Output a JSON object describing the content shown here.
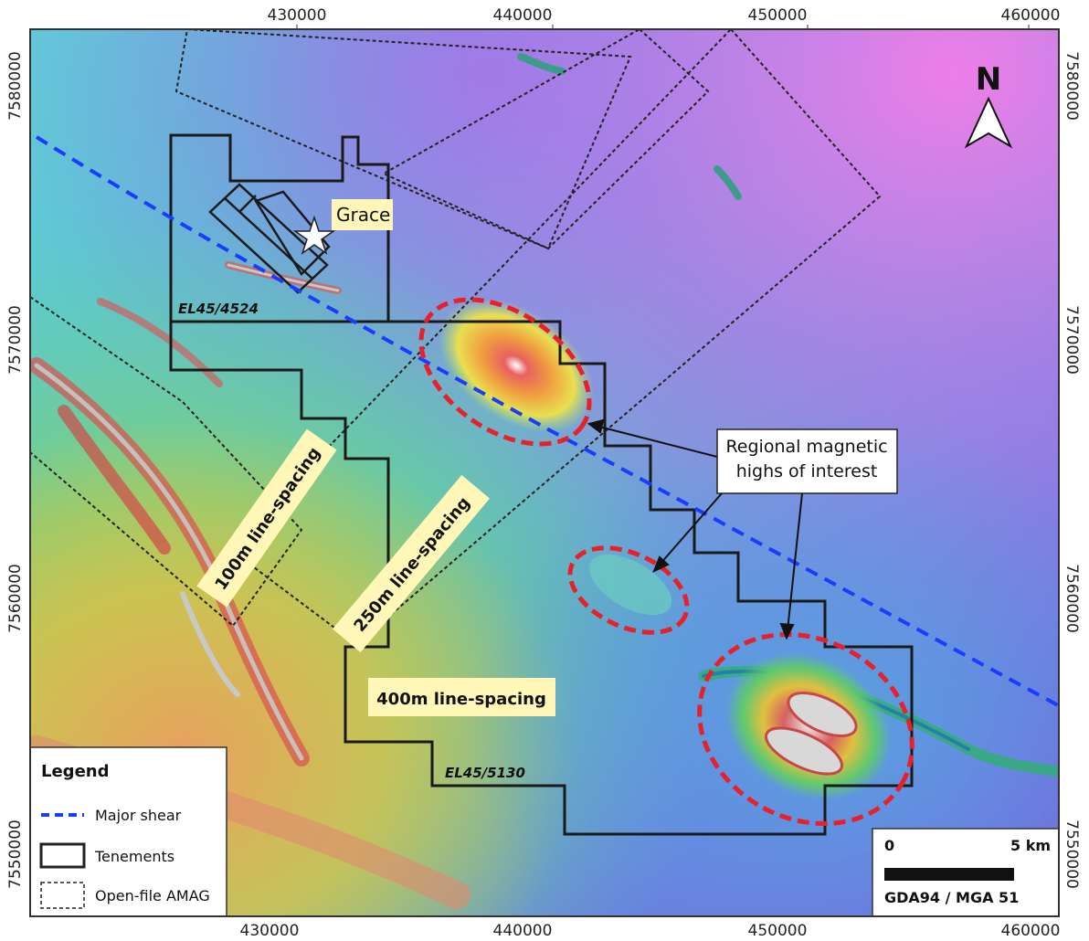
{
  "map": {
    "x_ticks": [
      "430000",
      "440000",
      "450000",
      "460000"
    ],
    "y_ticks": [
      "7580000",
      "7570000",
      "7560000",
      "7550000"
    ],
    "north_label": "N",
    "prospect_label": "Grace",
    "tenements": [
      {
        "name": "EL45/4524"
      },
      {
        "name": "EL45/5130"
      }
    ],
    "survey_labels": [
      "100m line-spacing",
      "250m line-spacing",
      "400m line-spacing"
    ],
    "callout": {
      "line1": "Regional magnetic",
      "line2": "highs of interest"
    },
    "legend": {
      "title": "Legend",
      "items": [
        {
          "label": "Major shear",
          "color": "#1a3cff"
        },
        {
          "label": "Tenements",
          "color": "#222222"
        },
        {
          "label": "Open-file AMAG",
          "color": "#222222"
        }
      ]
    },
    "scale_bar": {
      "start": "0",
      "end": "5 km",
      "crs": "GDA94 / MGA 51"
    },
    "colors": {
      "anomaly_outline": "#e8202a",
      "shear": "#1a3cff"
    }
  }
}
